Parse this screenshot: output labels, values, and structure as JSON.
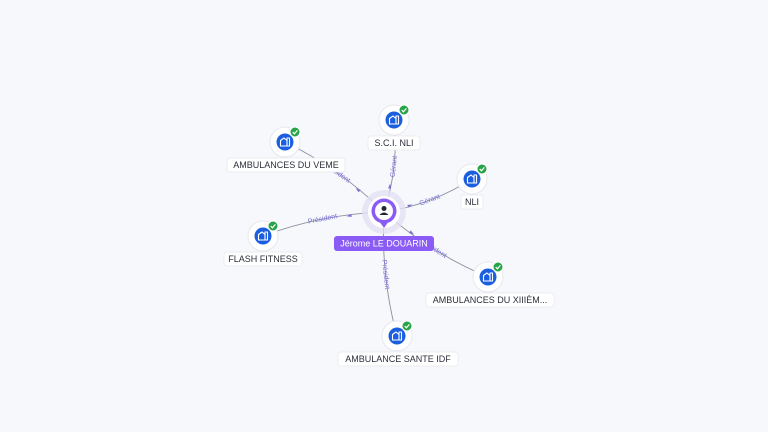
{
  "colors": {
    "person": "#8a5cf5",
    "company": "#1b5fe0",
    "check": "#27a447",
    "edge": "#8a8fa0",
    "edge_label": "#7b6fd6"
  },
  "center": {
    "label": "Jérome LE DOUARIN",
    "icon": "person-icon"
  },
  "nodes": [
    {
      "id": "sci-nli",
      "label": "S.C.I. NLI",
      "icon": "company-icon",
      "verified_icon": "check-icon",
      "relation": "Gérant"
    },
    {
      "id": "ambulances-du-veme",
      "label": "AMBULANCES DU VEME",
      "icon": "company-icon",
      "verified_icon": "check-icon",
      "relation": "Président"
    },
    {
      "id": "nli",
      "label": "NLI",
      "icon": "company-icon",
      "verified_icon": "check-icon",
      "relation": "Gérant"
    },
    {
      "id": "flash-fitness",
      "label": "FLASH FITNESS",
      "icon": "company-icon",
      "verified_icon": "check-icon",
      "relation": "Président"
    },
    {
      "id": "ambulances-du-xiiieme",
      "label": "AMBULANCES DU XIIIÈM...",
      "icon": "company-icon",
      "verified_icon": "check-icon",
      "relation": "Président"
    },
    {
      "id": "ambulance-sante-idf",
      "label": "AMBULANCE SANTE IDF",
      "icon": "company-icon",
      "verified_icon": "check-icon",
      "relation": "Président"
    }
  ]
}
